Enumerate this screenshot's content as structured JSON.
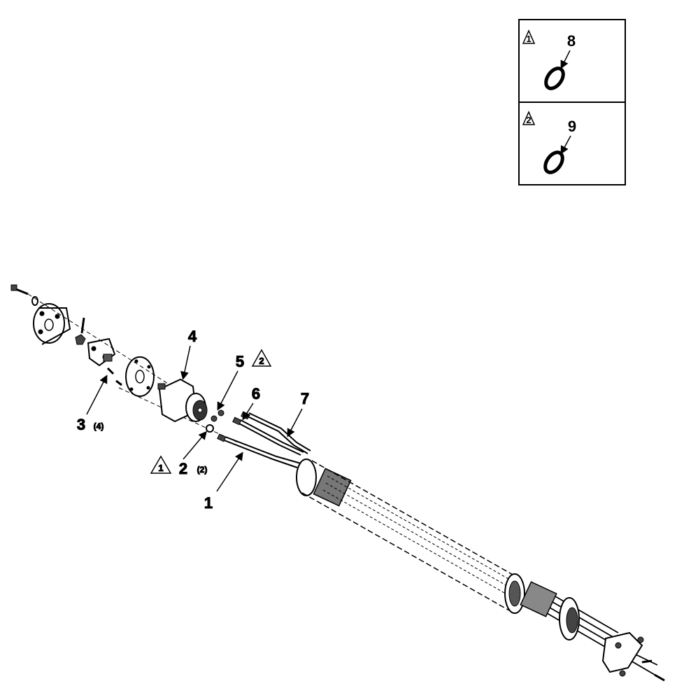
{
  "inset": {
    "panel1": {
      "flag": "1",
      "item": "8"
    },
    "panel2": {
      "flag": "2",
      "item": "9"
    }
  },
  "callouts": {
    "item1": "1",
    "item2": "2",
    "item2_qty": "(2)",
    "item2_flag": "1",
    "item3": "3",
    "item3_qty": "(4)",
    "item4": "4",
    "item5": "5",
    "item5_flag": "2",
    "item6": "6",
    "item7": "7"
  }
}
